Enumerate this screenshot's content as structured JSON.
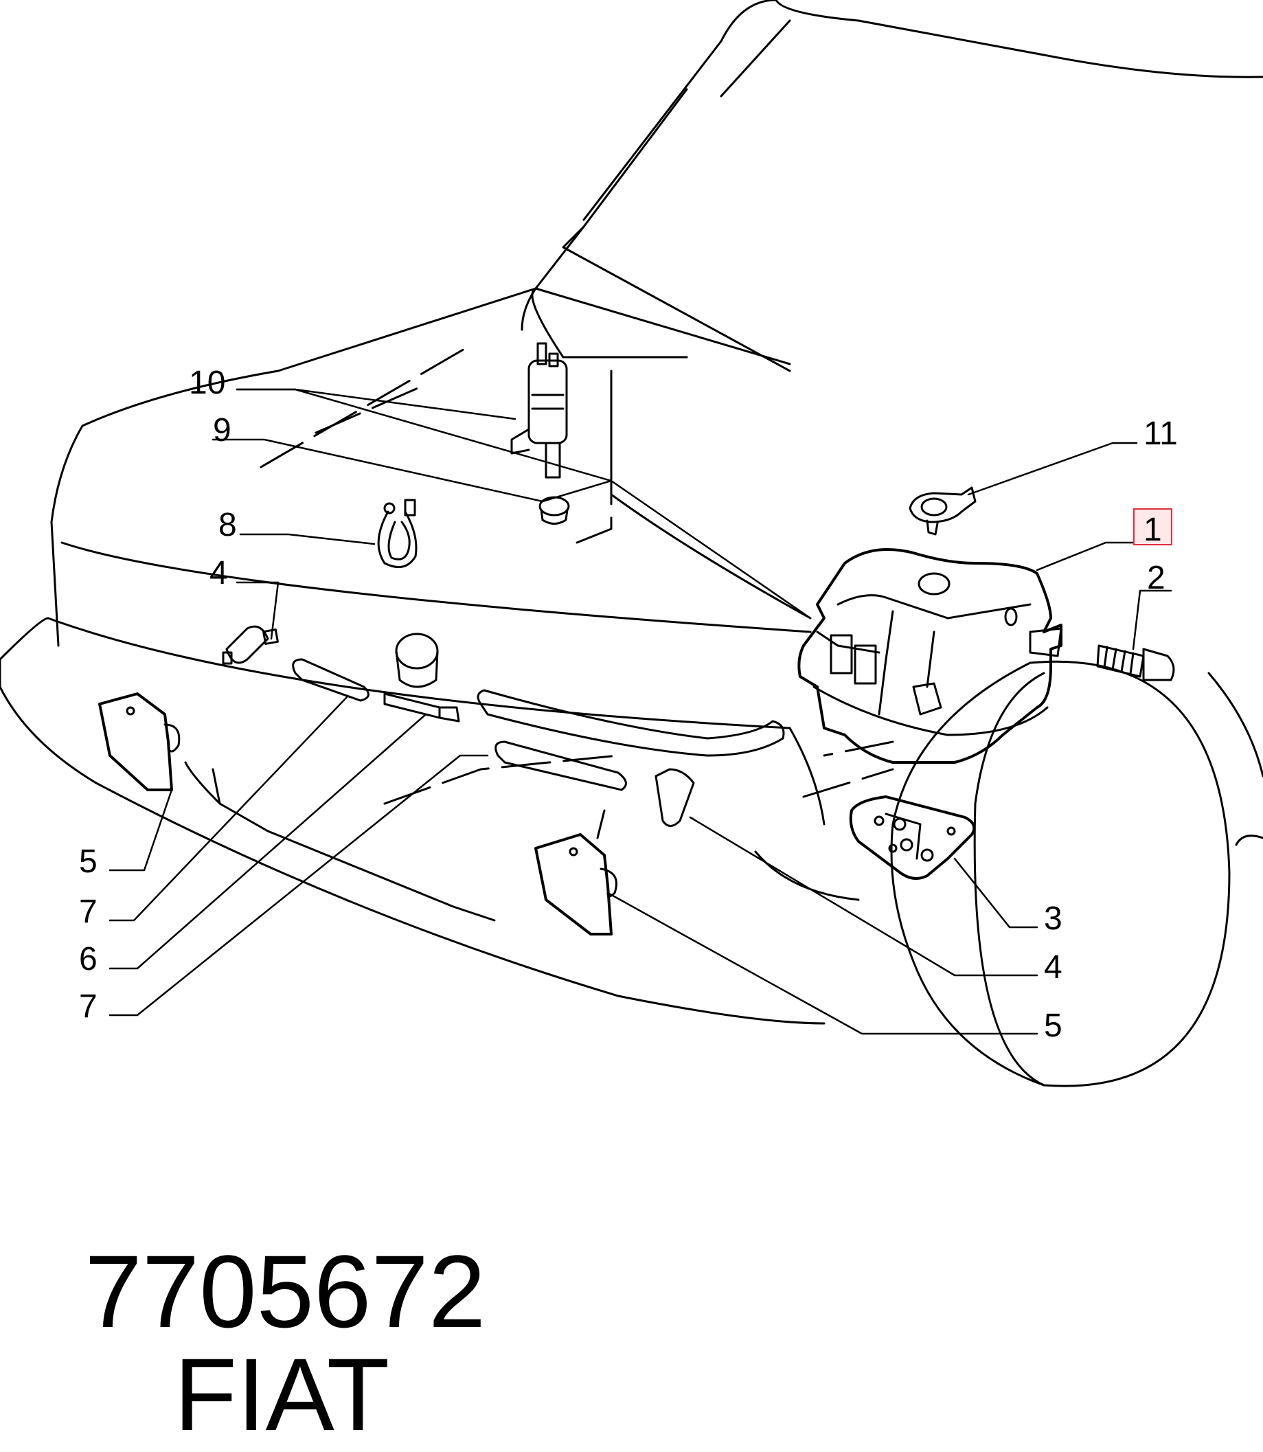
{
  "callouts": [
    {
      "id": "c10",
      "text": "10"
    },
    {
      "id": "c9",
      "text": "9"
    },
    {
      "id": "c8",
      "text": "8"
    },
    {
      "id": "c4a",
      "text": "4"
    },
    {
      "id": "c5a",
      "text": "5"
    },
    {
      "id": "c7a",
      "text": "7"
    },
    {
      "id": "c6",
      "text": "6"
    },
    {
      "id": "c7b",
      "text": "7"
    },
    {
      "id": "c11",
      "text": "11"
    },
    {
      "id": "c1",
      "text": "1"
    },
    {
      "id": "c2",
      "text": "2"
    },
    {
      "id": "c3",
      "text": "3"
    },
    {
      "id": "c4b",
      "text": "4"
    },
    {
      "id": "c5b",
      "text": "5"
    }
  ],
  "highlight": {
    "callout": "c1",
    "color": "#e0303a"
  },
  "footer": {
    "part_number": "7705672",
    "brand": "FIAT"
  },
  "colors": {
    "line": "#000000",
    "background": "#ffffff"
  }
}
